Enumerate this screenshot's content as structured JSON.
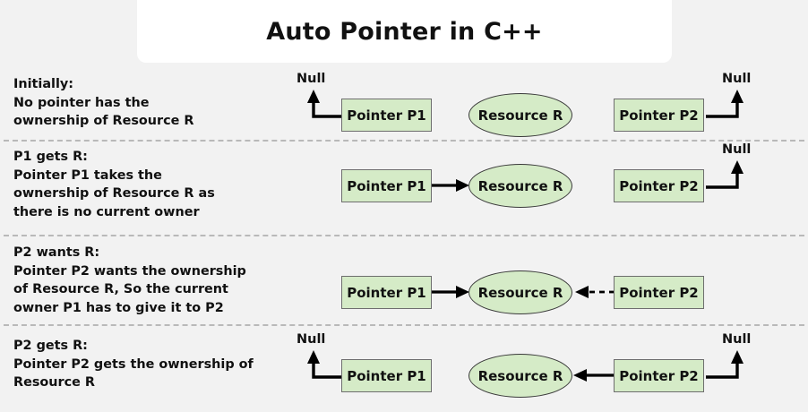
{
  "title": {
    "text": "Auto Pointer in C++"
  },
  "labels": {
    "pointer_p1": "Pointer P1",
    "pointer_p2": "Pointer P2",
    "resource_r": "Resource R",
    "null": "Null"
  },
  "colors": {
    "background": "#f2f2f2",
    "banner": "#ffffff",
    "node_fill": "#d5ebc7",
    "node_border": "#6e6e6e",
    "ellipse_border": "#3a3a3a",
    "divider": "#b9b9b9",
    "text": "#111111",
    "edge": "#000000"
  },
  "rows": [
    {
      "id": "initially",
      "heading": "Initially:",
      "description": "Initially:\nNo pointer has the\nownership of Resource R",
      "p1_label": "Pointer P1",
      "p2_label": "Pointer P2",
      "resource_label": "Resource R",
      "p1_null_label": "Null",
      "p2_null_label": "Null",
      "p1_state": "null",
      "p2_state": "null",
      "edges": [
        {
          "name": "p1-null-edge",
          "from": "Pointer P1",
          "to": "Null",
          "style": "solid",
          "direction": "up-left"
        },
        {
          "name": "p2-null-edge",
          "from": "Pointer P2",
          "to": "Null",
          "style": "solid",
          "direction": "up-right"
        }
      ]
    },
    {
      "id": "p1-gets-r",
      "heading": "P1 gets R:",
      "description": "P1 gets R:\nPointer P1 takes the\nownership of Resource R as\nthere is no current owner",
      "p1_label": "Pointer P1",
      "p2_label": "Pointer P2",
      "resource_label": "Resource R",
      "p2_null_label": "Null",
      "p1_state": "owns",
      "p2_state": "null",
      "edges": [
        {
          "name": "p1-to-resource-edge",
          "from": "Pointer P1",
          "to": "Resource R",
          "style": "solid",
          "direction": "right"
        },
        {
          "name": "p2-null-edge",
          "from": "Pointer P2",
          "to": "Null",
          "style": "solid",
          "direction": "up-right"
        }
      ]
    },
    {
      "id": "p2-wants-r",
      "heading": "P2 wants R:",
      "description": "P2 wants R:\nPointer P2 wants the ownership\nof Resource R, So the current\nowner P1 has to give it to P2",
      "p1_label": "Pointer P1",
      "p2_label": "Pointer P2",
      "resource_label": "Resource R",
      "p1_state": "owns",
      "p2_state": "requesting",
      "edges": [
        {
          "name": "p1-to-resource-edge",
          "from": "Pointer P1",
          "to": "Resource R",
          "style": "solid",
          "direction": "right"
        },
        {
          "name": "p2-wants-resource-edge",
          "from": "Pointer P2",
          "to": "Resource R",
          "style": "dashed",
          "direction": "left"
        }
      ]
    },
    {
      "id": "p2-gets-r",
      "heading": "P2 gets R:",
      "description": "P2 gets R:\nPointer P2 gets the ownership of\nResource R",
      "p1_label": "Pointer P1",
      "p2_label": "Pointer P2",
      "resource_label": "Resource R",
      "p1_null_label": "Null",
      "p2_null_label": "Null",
      "p1_state": "null",
      "p2_state": "owns",
      "edges": [
        {
          "name": "p1-null-edge",
          "from": "Pointer P1",
          "to": "Null",
          "style": "solid",
          "direction": "up-left"
        },
        {
          "name": "p2-to-resource-edge",
          "from": "Pointer P2",
          "to": "Resource R",
          "style": "solid",
          "direction": "left"
        },
        {
          "name": "p2-null-edge",
          "from": "Pointer P2",
          "to": "Null",
          "style": "solid",
          "direction": "up-right"
        }
      ]
    }
  ]
}
